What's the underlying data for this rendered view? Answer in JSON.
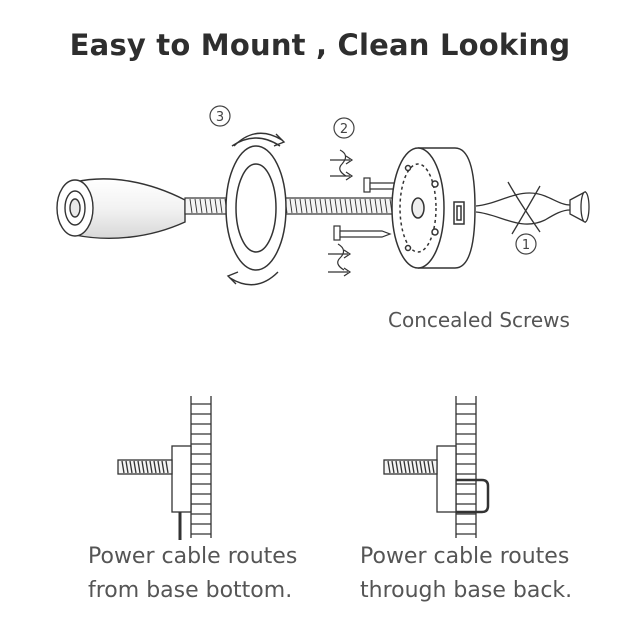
{
  "title": "Easy to Mount , Clean Looking",
  "steps": [
    "3",
    "2",
    "1"
  ],
  "concealed_label": "Concealed Screws",
  "left_caption": {
    "line1": "Power cable routes",
    "line2": "from base bottom."
  },
  "right_caption": {
    "line1": "Power cable routes",
    "line2": "through base back."
  },
  "colors": {
    "line": "#333333",
    "text": "#555555",
    "shade": "#e6e6e6"
  }
}
